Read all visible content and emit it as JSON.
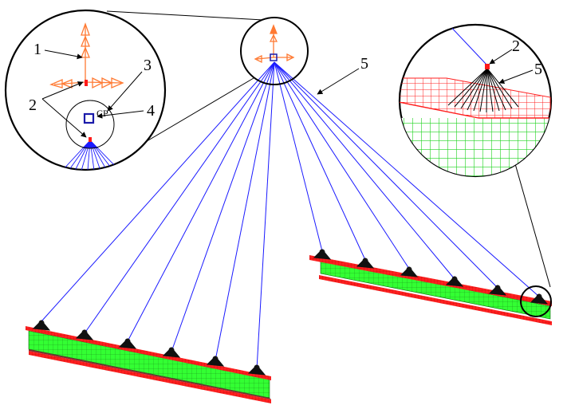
{
  "figure": {
    "callouts": {
      "left_1": "1",
      "left_2": "2",
      "left_3": "3",
      "left_4": "4",
      "main_5": "5",
      "right_2": "2",
      "right_5": "5"
    },
    "cp_label": "CP"
  },
  "colors": {
    "cable": "#1a1aff",
    "mesh_green": "#33ff33",
    "mesh_red": "#ff1a1a",
    "arrow_orange": "#ff7a33",
    "outline": "#000000",
    "spider": "#111111",
    "node_marker": "#1a1aaa"
  },
  "icons": {
    "hoist": "rigid-connector-spider",
    "arrows": "constraint-arrows"
  }
}
